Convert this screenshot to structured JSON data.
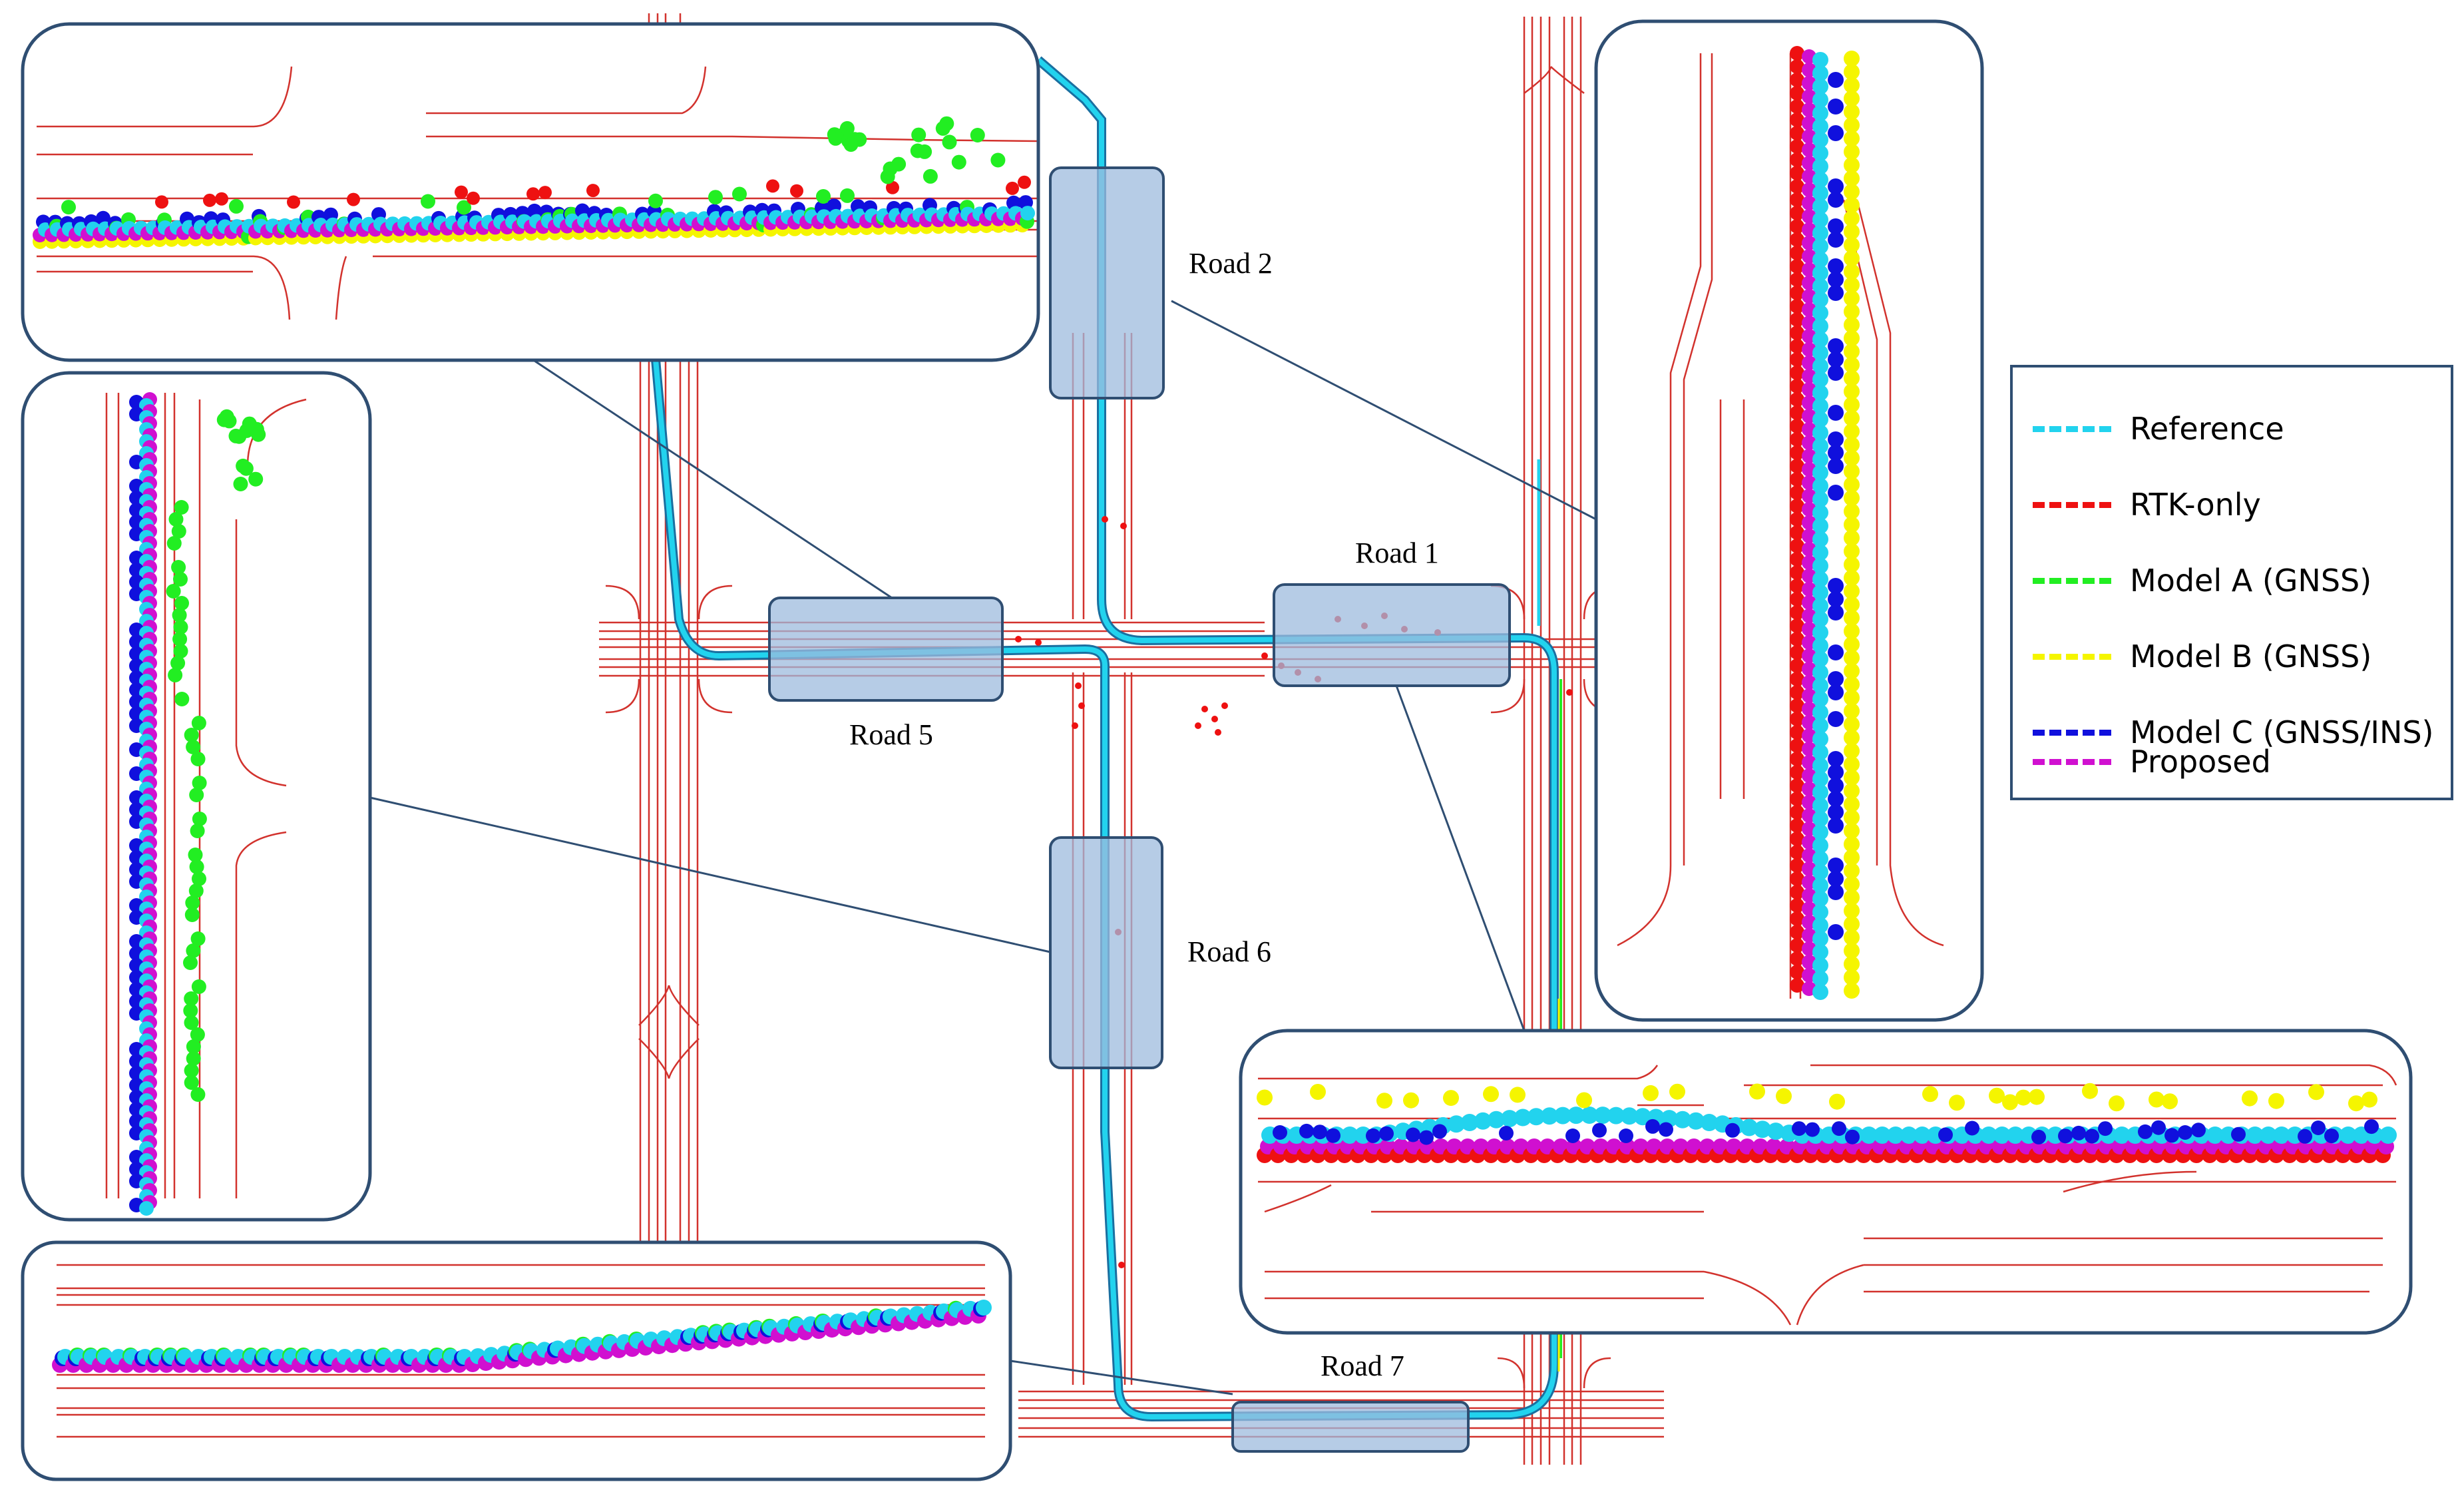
{
  "roads": [
    {
      "id": "road-1",
      "label": "Road 1"
    },
    {
      "id": "road-2",
      "label": "Road 2"
    },
    {
      "id": "road-5",
      "label": "Road 5"
    },
    {
      "id": "road-6",
      "label": "Road 6"
    },
    {
      "id": "road-7",
      "label": "Road 7"
    }
  ],
  "legend": {
    "items": [
      {
        "label": "Reference",
        "color": "#22d3ee"
      },
      {
        "label": "RTK-only",
        "color": "#ee1111"
      },
      {
        "label": "Model A (GNSS)",
        "color": "#22ee22"
      },
      {
        "label": "Model B (GNSS)",
        "color": "#f5f500"
      },
      {
        "label": "Model C (GNSS/INS)",
        "color": "#1010dd"
      },
      {
        "label": "Proposed",
        "color": "#d010d0"
      }
    ]
  },
  "colors": {
    "road_lines": "#d2322d",
    "inset_border": "#2f4e72",
    "highlight_fill": "#9dbbde",
    "highlight_border": "#2f4e72"
  }
}
